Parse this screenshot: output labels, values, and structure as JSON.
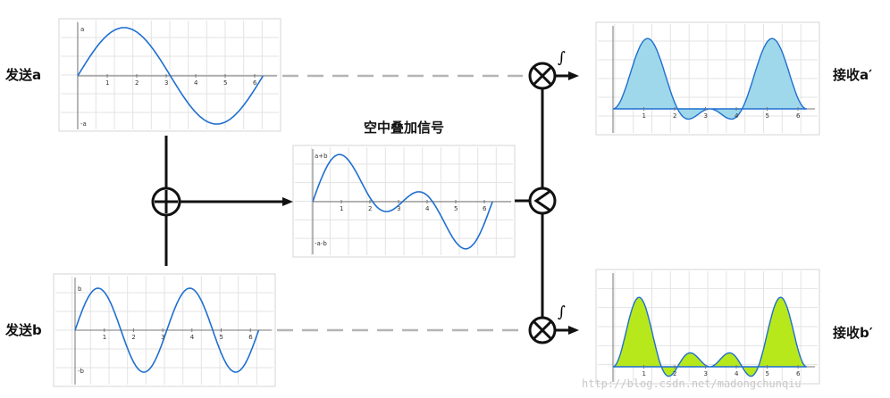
{
  "labels": {
    "send_a": "发送a",
    "send_b": "发送b",
    "mixed_title": "空中叠加信号",
    "recv_a": "接收a′",
    "recv_b": "接收b′"
  },
  "integral_symbol": "∫",
  "watermark": "http://blog.csdn.net/madongchunqiu",
  "colors": {
    "wave": "#1f6fd0",
    "fill_a": "#9fd8ea",
    "fill_b": "#b7e81c",
    "stroke_dark": "#111111",
    "dashed": "#b5b5b5"
  },
  "plots": {
    "send_a": {
      "ticks_x": [
        "1",
        "2",
        "3",
        "4",
        "5",
        "6"
      ],
      "y_top": "a",
      "y_bottom": "-a"
    },
    "send_b": {
      "ticks_x": [
        "1",
        "2",
        "3",
        "4",
        "5",
        "6"
      ],
      "y_top": "b",
      "y_bottom": "-b"
    },
    "mixed": {
      "ticks_x": [
        "1",
        "2",
        "3",
        "4",
        "5",
        "6"
      ],
      "y_top": "a+b",
      "y_bottom": "-a-b"
    },
    "recv_a": {
      "ticks_x": [
        "1",
        "2",
        "3",
        "4",
        "5",
        "6"
      ]
    },
    "recv_b": {
      "ticks_x": [
        "1",
        "2",
        "3",
        "4",
        "5",
        "6"
      ]
    }
  }
}
